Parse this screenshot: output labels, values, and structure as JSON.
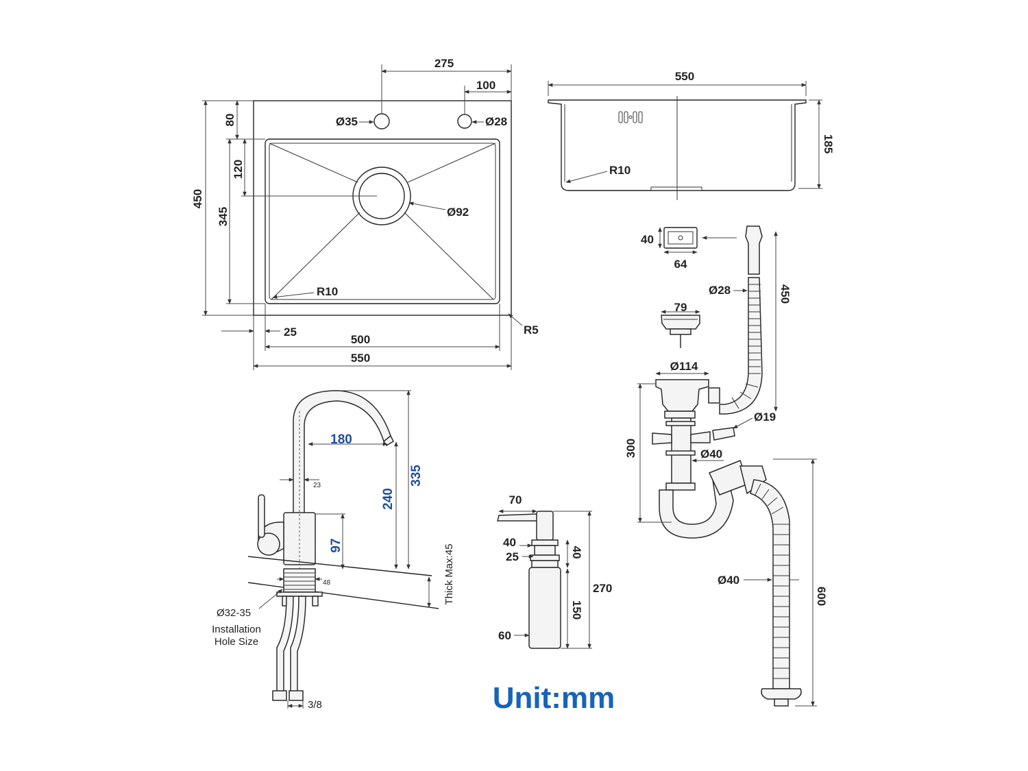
{
  "sink_top_view": {
    "width_total": "550",
    "width_inner": "500",
    "offset_left": "25",
    "tap_spacing": "275",
    "hole_spacing": "100",
    "height_total": "450",
    "height_inner": "345",
    "offset_top": "80",
    "drain_offset": "120",
    "tap_hole": "Ø35",
    "accessory_hole": "Ø28",
    "drain": "Ø92",
    "corner_radius": "R10",
    "outer_radius": "R5"
  },
  "sink_side_view": {
    "width": "550",
    "depth": "185",
    "radius": "R10"
  },
  "overflow": {
    "height": "40",
    "width": "64",
    "hose_dia": "Ø28",
    "hose_len": "450"
  },
  "basket": {
    "width": "79",
    "flange": "Ø114"
  },
  "drain_kit": {
    "height": "300",
    "inlet": "Ø19",
    "pipe": "Ø40",
    "hose": "Ø40",
    "hose_len": "600"
  },
  "faucet": {
    "reach": "180",
    "total_height": "335",
    "spout_height": "240",
    "body_height": "97",
    "spout_dia": "23",
    "base_dia": "48",
    "thickness": "Thick Max:45",
    "hole_size": "Ø32-35",
    "hole_label_1": "Installation",
    "hole_label_2": "Hole Size",
    "thread": "3/8",
    "accent": "#1f4e9c"
  },
  "dispenser": {
    "spout": "70",
    "head": "40",
    "neck": "25",
    "collar": "40",
    "total": "270",
    "bottle": "150",
    "bottle_dia": "60"
  },
  "unit_label": "Unit:mm"
}
